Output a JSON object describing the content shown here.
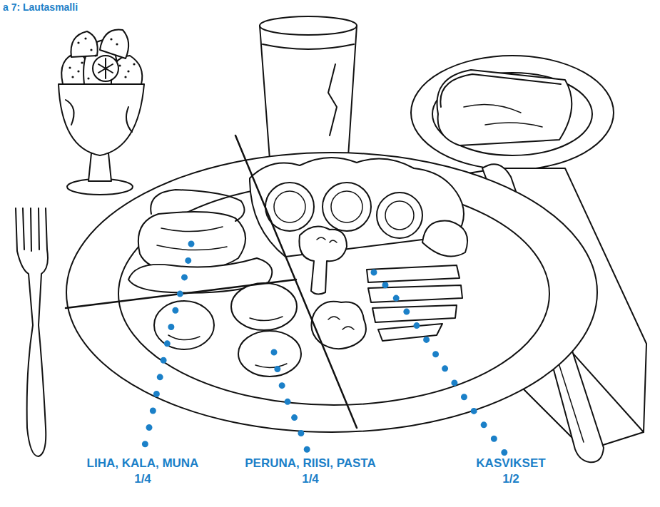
{
  "diagram": {
    "title": "a 7: Lautasmalli",
    "labels": [
      "LIHA, KALA, MUNA",
      "1/4",
      "PERUNA, RIISI, PASTA",
      "1/4",
      "KASVIKSET",
      "1/2"
    ]
  }
}
